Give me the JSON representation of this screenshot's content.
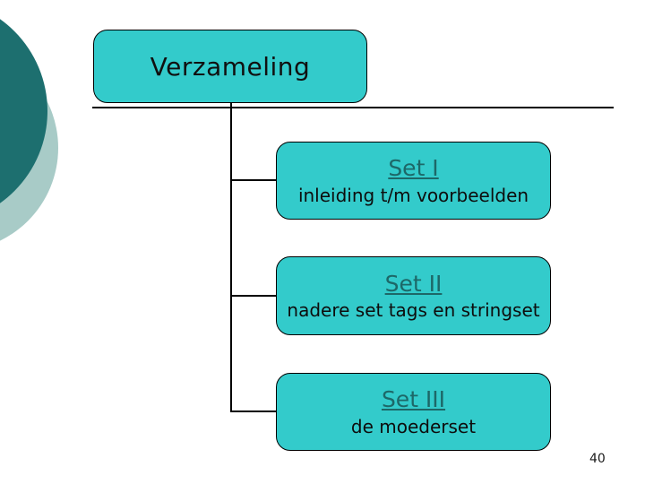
{
  "slide": {
    "title": "Verzameling",
    "page_number": "40",
    "nodes": [
      {
        "heading": "Set I",
        "subtitle": "inleiding t/m voorbeelden"
      },
      {
        "heading": "Set II",
        "subtitle": "nadere set tags en stringset"
      },
      {
        "heading": "Set III",
        "subtitle": "de moederset"
      }
    ],
    "colors": {
      "box_fill": "#33cbcb",
      "box_border": "#000000",
      "heading_link": "#1d6868",
      "body_text": "#0d0d0d",
      "connector_line": "#000000",
      "circle_dark": "#1d6f6f",
      "circle_light": "#a8cbc7",
      "background": "#ffffff"
    }
  }
}
